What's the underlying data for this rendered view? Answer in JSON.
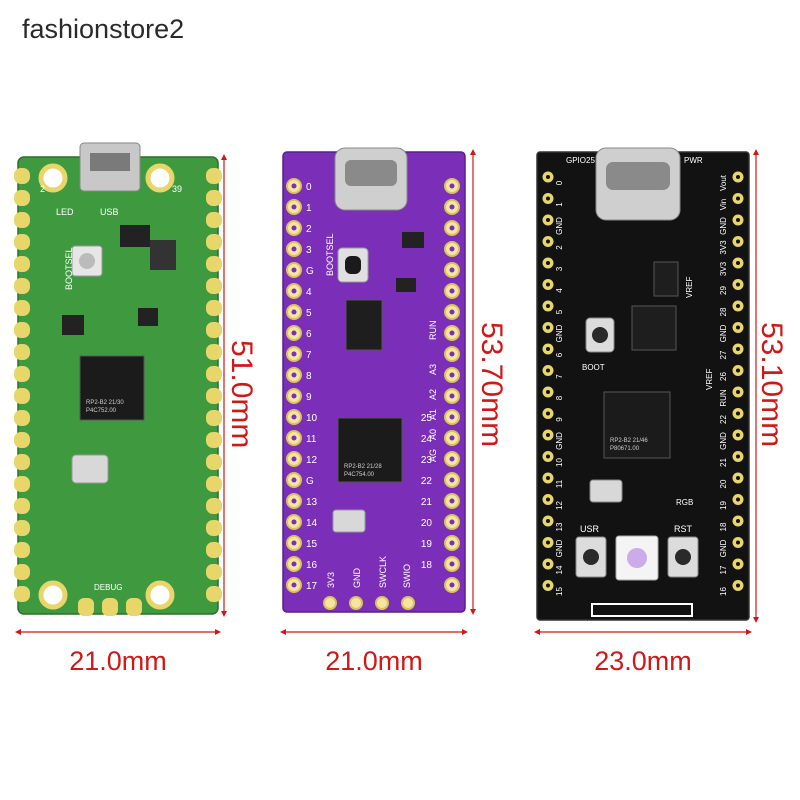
{
  "watermark": "fashionstore2",
  "colors": {
    "dimension_red": "#d01818",
    "green_pcb": "#3f9a3f",
    "purple_pcb": "#7b2fb8",
    "black_pcb": "#121212",
    "pad_gold": "#e8d66a"
  },
  "boards": {
    "green": {
      "pin_labels": {
        "top_left": "2",
        "top_right": "39",
        "led": "LED",
        "usb": "USB",
        "bootsel": "BOOTSEL",
        "debug": "DEBUG"
      },
      "chip_text": [
        "RP2-B2  21/30",
        "P4C752.00"
      ],
      "height_label": "51.0mm",
      "width_label": "21.0mm"
    },
    "purple": {
      "left_pins": [
        "0",
        "1",
        "2",
        "3",
        "G",
        "4",
        "5",
        "6",
        "7",
        "8",
        "9",
        "10",
        "11",
        "12",
        "G",
        "13",
        "14",
        "15",
        "16",
        "17"
      ],
      "right_pins": [
        "",
        "",
        "",
        "",
        "",
        "",
        "",
        "",
        "",
        "",
        "",
        "25",
        "24",
        "23",
        "22",
        "21",
        "20",
        "19",
        "18"
      ],
      "vertical_labels": [
        "BOOTSEL",
        "RUN",
        "A3",
        "A2",
        "A1",
        "A0",
        "AG"
      ],
      "bottom_labels": [
        "3V3",
        "GND",
        "SWCLK",
        "SWIO"
      ],
      "chip_text": [
        "RP2-B2  21/28",
        "P4C754.00"
      ],
      "height_label": "53.70mm",
      "width_label": "21.0mm"
    },
    "black": {
      "top_labels": {
        "gpio": "GPIO25",
        "pwr": "PWR"
      },
      "left_pins": [
        "0",
        "1",
        "GND",
        "2",
        "3",
        "4",
        "5",
        "GND",
        "6",
        "7",
        "8",
        "9",
        "GND",
        "10",
        "11",
        "12",
        "13",
        "GND",
        "14",
        "15"
      ],
      "right_pins": [
        "Vout",
        "Vin",
        "GND",
        "3V3",
        "3V3",
        "29",
        "28",
        "GND",
        "27",
        "26",
        "RUN",
        "22",
        "GND",
        "21",
        "20",
        "19",
        "18",
        "GND",
        "17",
        "16"
      ],
      "side_labels": [
        "VREF",
        "VREF",
        "BOOT",
        "RGB",
        "USR",
        "RST"
      ],
      "chip_text": [
        "RP2-B2  21/46",
        "P80671.00"
      ],
      "height_label": "53.10mm",
      "width_label": "23.0mm"
    }
  }
}
